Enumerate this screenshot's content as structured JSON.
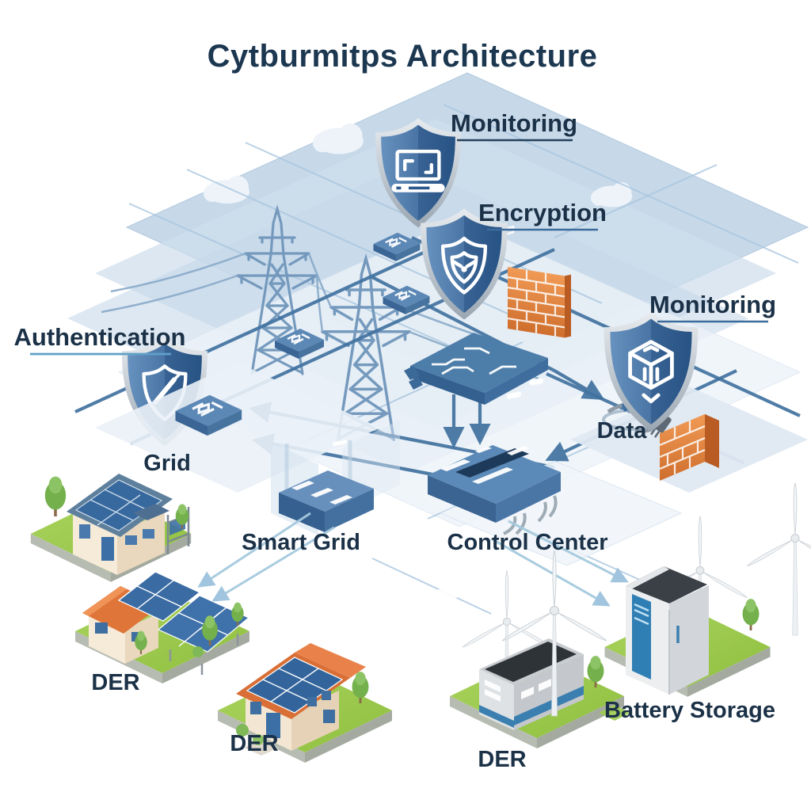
{
  "title": "Cytburmitps Architecture",
  "labels": {
    "monitoring_top": "Monitoring",
    "encryption": "Encryption",
    "monitoring_right": "Monitoring",
    "authentication": "Authentication",
    "grid": "Grid",
    "data": "Data",
    "smart_grid": "Smart Grid",
    "control_center": "Control Center",
    "der_1": "DER",
    "der_2": "DER",
    "der_3": "DER",
    "battery_storage": "Battery Storage"
  },
  "icons": {
    "monitoring_top": "shield-laptop-icon",
    "encryption": "shield-badge-icon",
    "monitoring_right": "shield-cube-icon",
    "authentication": "shield-pencil-icon",
    "firewall": "brick-wall-icon",
    "data": "plug-cable-icon",
    "sky": "cloud-icon",
    "grid_infrastructure": "transmission-tower-icon",
    "smart_grid": "server-box-icon",
    "control_center": "router-box-icon",
    "chip": "circuit-chip-icon",
    "der": "solar-house-icon",
    "wind": "wind-turbine-icon",
    "battery": "battery-cabinet-icon"
  },
  "colors": {
    "title_text": "#1c3750",
    "label_text": "#1b3147",
    "underline_dark": "#24405c",
    "underline_blue": "#3c6c9c",
    "underline_light": "#5fa0c8",
    "shield_light": "#6792bf",
    "shield_dark": "#2b578a",
    "firewall_light": "#f09a55",
    "firewall_dark": "#cf6e2d",
    "tile_light": "#aad45f",
    "tile_dark": "#8fbf3f",
    "line_dark": "#41729f",
    "line_light": "#a5cade",
    "plane_blue": "#c2d5e7"
  }
}
